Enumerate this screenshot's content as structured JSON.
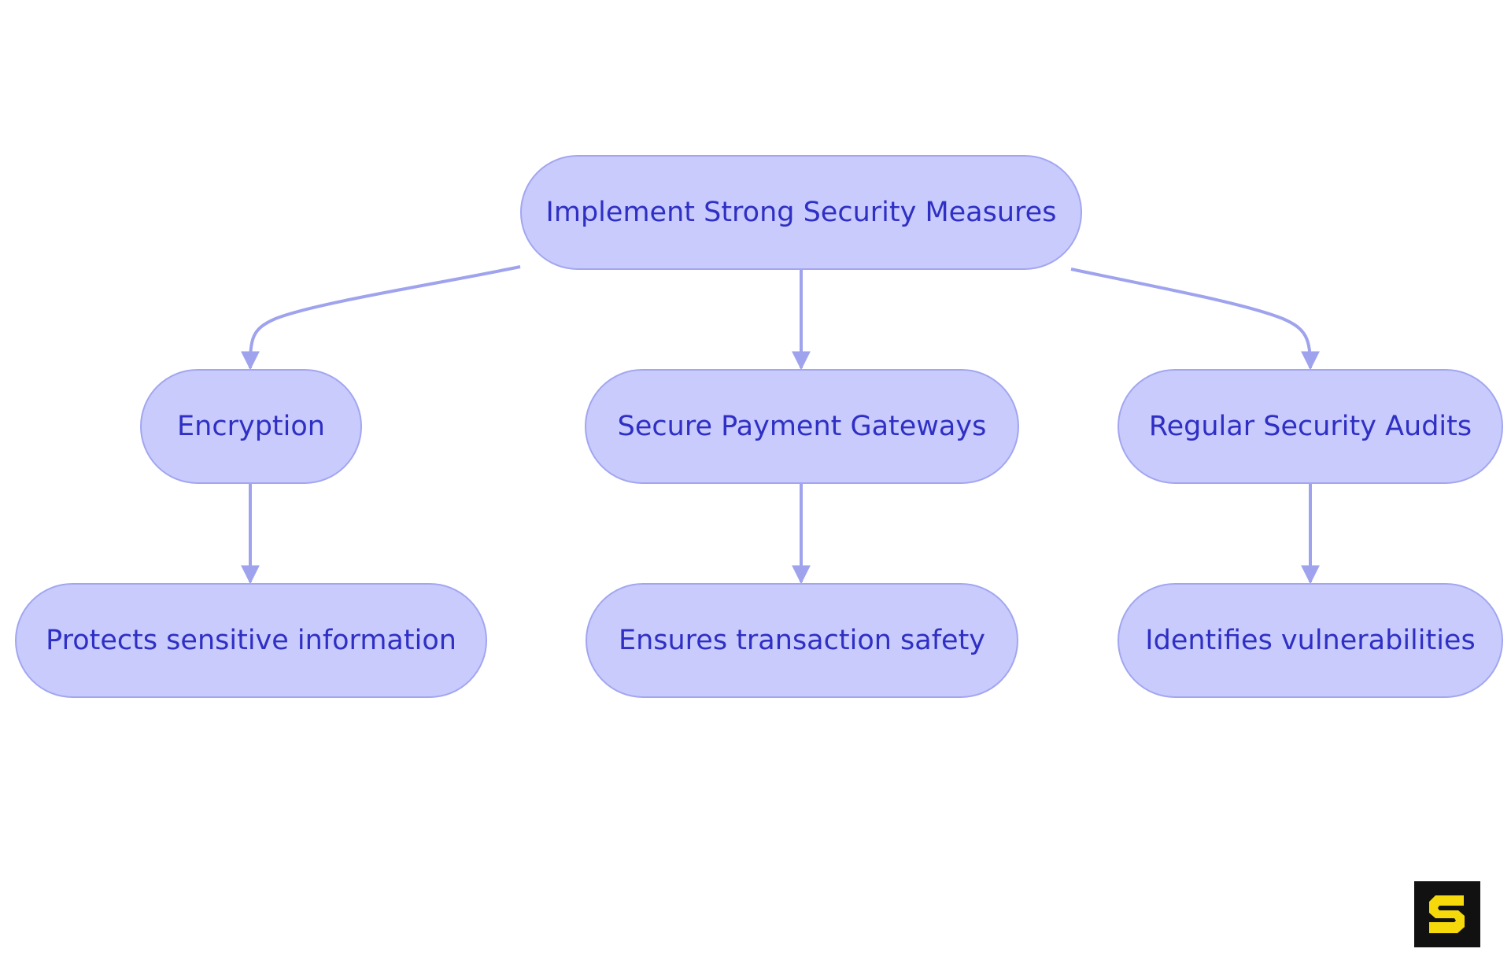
{
  "diagram": {
    "colors": {
      "node_fill": "#c8cbfc",
      "node_stroke": "#a2a6f0",
      "edge": "#9fa3ee",
      "text": "#2f2fc4",
      "logo_bg": "#111111",
      "logo_mark": "#f5d90a"
    },
    "nodes": {
      "root": {
        "label": "Implement Strong Security Measures"
      },
      "encryption": {
        "label": "Encryption"
      },
      "payment": {
        "label": "Secure Payment Gateways"
      },
      "audits": {
        "label": "Regular Security Audits"
      },
      "protects": {
        "label": "Protects sensitive information"
      },
      "ensures": {
        "label": "Ensures transaction safety"
      },
      "identifies": {
        "label": "Identifies vulnerabilities"
      }
    },
    "edges": [
      {
        "from": "root",
        "to": "encryption"
      },
      {
        "from": "root",
        "to": "payment"
      },
      {
        "from": "root",
        "to": "audits"
      },
      {
        "from": "encryption",
        "to": "protects"
      },
      {
        "from": "payment",
        "to": "ensures"
      },
      {
        "from": "audits",
        "to": "identifies"
      }
    ],
    "logo": {
      "icon": "s-logo-icon"
    }
  }
}
